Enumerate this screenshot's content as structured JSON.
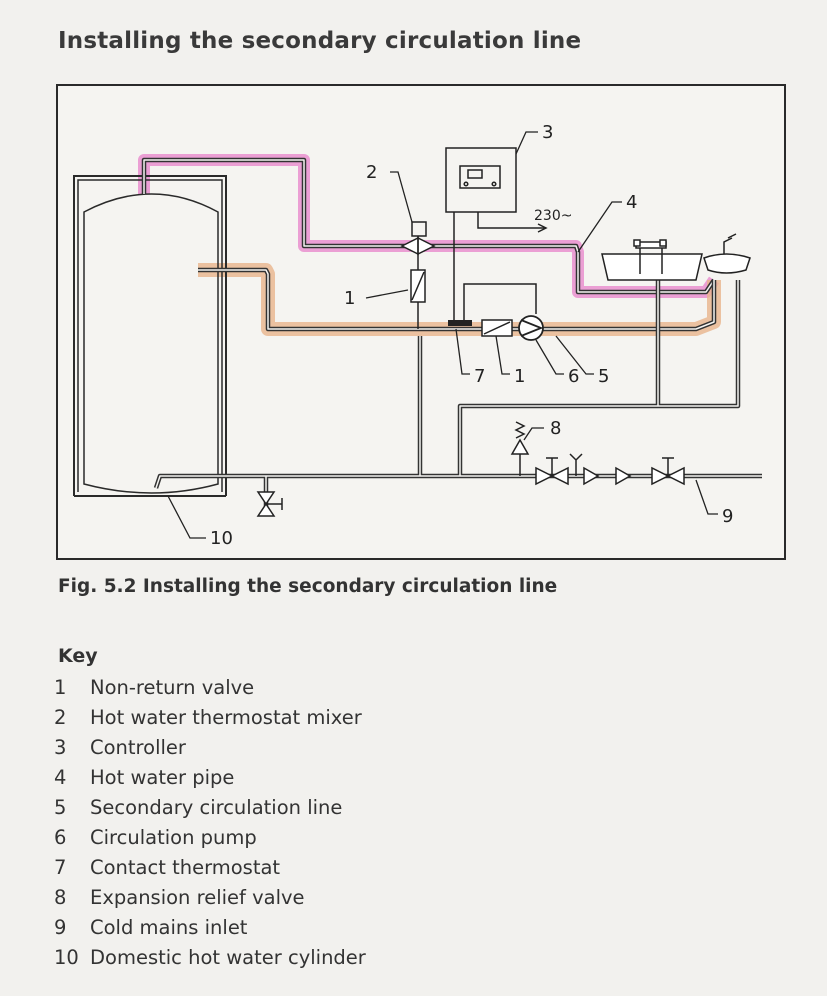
{
  "title": "Installing the secondary circulation line",
  "figure": {
    "caption": "Fig. 5.2 Installing the secondary circulation line",
    "callouts": {
      "c1a": "1",
      "c2": "2",
      "c3": "3",
      "c4": "4",
      "c7": "7",
      "c1b": "1",
      "c6": "6",
      "c5": "5",
      "c8": "8",
      "c9": "9",
      "c10": "10"
    },
    "supply_label": "230~",
    "colors": {
      "hot_water_highlight": "#e98fcf",
      "circulation_highlight": "#e8b48c",
      "pipe": "#3a3a3a"
    }
  },
  "key": {
    "title": "Key",
    "items": [
      {
        "num": "1",
        "label": "Non-return valve"
      },
      {
        "num": "2",
        "label": "Hot water thermostat mixer"
      },
      {
        "num": "3",
        "label": "Controller"
      },
      {
        "num": "4",
        "label": "Hot water pipe"
      },
      {
        "num": "5",
        "label": "Secondary circulation line"
      },
      {
        "num": "6",
        "label": "Circulation pump"
      },
      {
        "num": "7",
        "label": "Contact thermostat"
      },
      {
        "num": "8",
        "label": "Expansion relief valve"
      },
      {
        "num": "9",
        "label": "Cold mains inlet"
      },
      {
        "num": "10",
        "label": "Domestic hot water cylinder"
      }
    ]
  }
}
